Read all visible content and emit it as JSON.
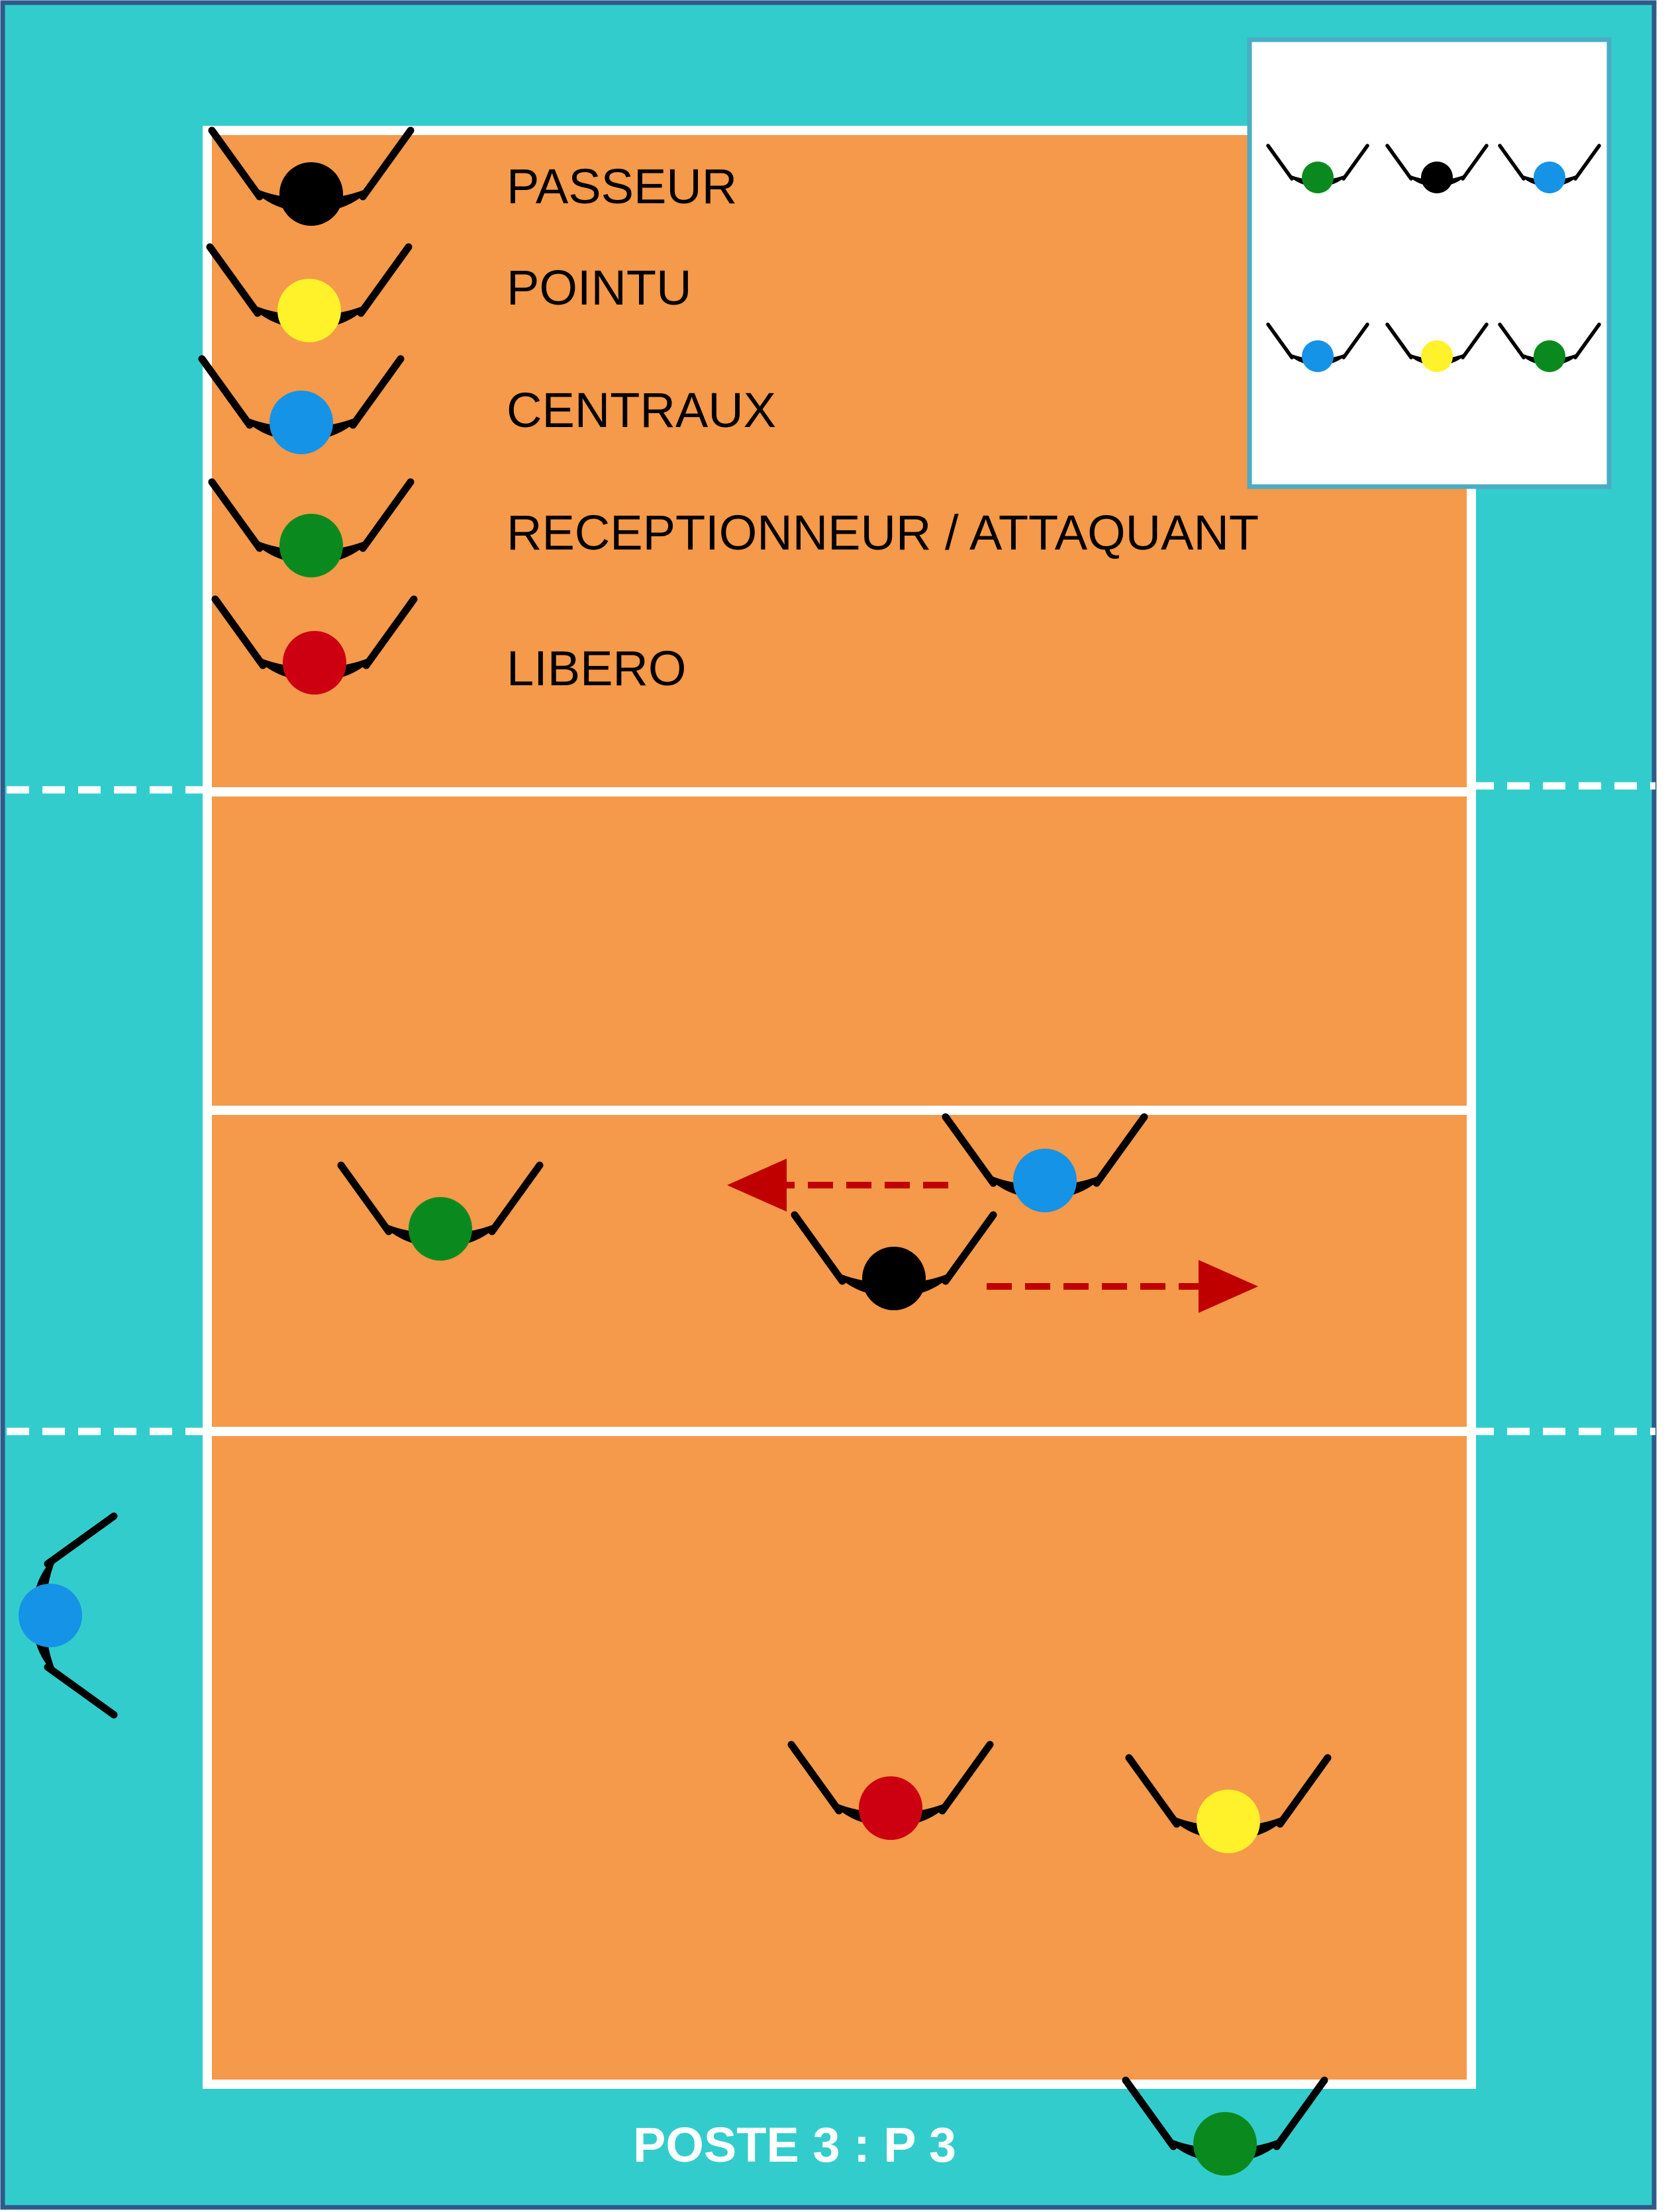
{
  "colors": {
    "surround": "#33CCCC",
    "court": "#F5994A",
    "lines": "#FFFFFF",
    "frame": "#2E5A8A",
    "inset_border": "#4BACC6",
    "arrow": "#C00000",
    "body": "#000000"
  },
  "roles": {
    "passeur": {
      "color": "#000000"
    },
    "pointu": {
      "color": "#FFF22B"
    },
    "central": {
      "color": "#1593E6"
    },
    "receptionneur": {
      "color": "#0A8A1E"
    },
    "libero": {
      "color": "#CC0010"
    }
  },
  "legend": {
    "items": [
      {
        "role": "passeur",
        "label": "PASSEUR"
      },
      {
        "role": "pointu",
        "label": "POINTU"
      },
      {
        "role": "central",
        "label": "CENTRAUX"
      },
      {
        "role": "receptionneur",
        "label": "RECEPTIONNEUR / ATTAQUANT"
      },
      {
        "role": "libero",
        "label": "LIBERO"
      }
    ]
  },
  "inset": {
    "rows": [
      [
        "receptionneur",
        "passeur",
        "central"
      ],
      [
        "central",
        "pointu",
        "receptionneur"
      ]
    ]
  },
  "players": [
    {
      "role": "receptionneur",
      "zone": "front-left"
    },
    {
      "role": "central",
      "zone": "front-middle"
    },
    {
      "role": "passeur",
      "zone": "front-middle"
    },
    {
      "role": "central",
      "zone": "off-court-left"
    },
    {
      "role": "libero",
      "zone": "back-middle"
    },
    {
      "role": "pointu",
      "zone": "back-right"
    },
    {
      "role": "receptionneur",
      "zone": "off-court-back"
    }
  ],
  "caption": "POSTE 3 : P 3"
}
